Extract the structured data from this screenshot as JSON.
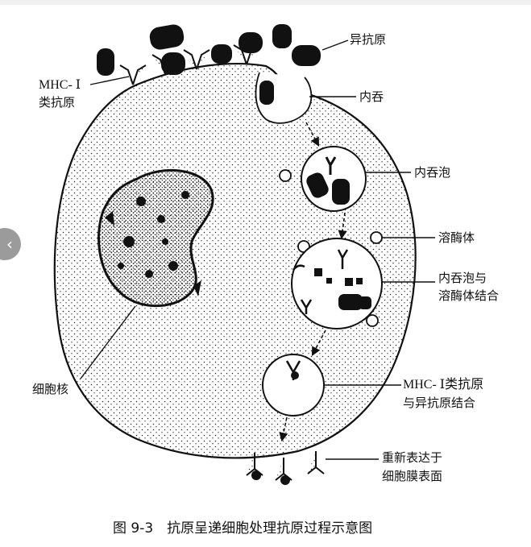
{
  "labels": {
    "foreign_antigen": "异抗原",
    "mhc_line1": "MHC- Ⅰ",
    "mhc_line2": "类抗原",
    "endocytosis": "内吞",
    "endocytic_vesicle": "内吞泡",
    "lysosome": "溶酶体",
    "fusion_line1": "内吞泡与",
    "fusion_line2": "溶酶体结合",
    "nucleus": "细胞核",
    "binding_line1": "MHC- Ⅰ类抗原",
    "binding_line2": "与异抗原结合",
    "reexpress_line1": "重新表达于",
    "reexpress_line2": "细胞膜表面"
  },
  "caption": "图 9-3　抗原呈递细胞处理抗原过程示意图",
  "nav": {
    "prev_icon": "chevron-left-icon",
    "prev_glyph": "‹"
  },
  "colors": {
    "ink": "#111111",
    "background": "#ffffff",
    "nav_button": "#8a8a8a"
  }
}
